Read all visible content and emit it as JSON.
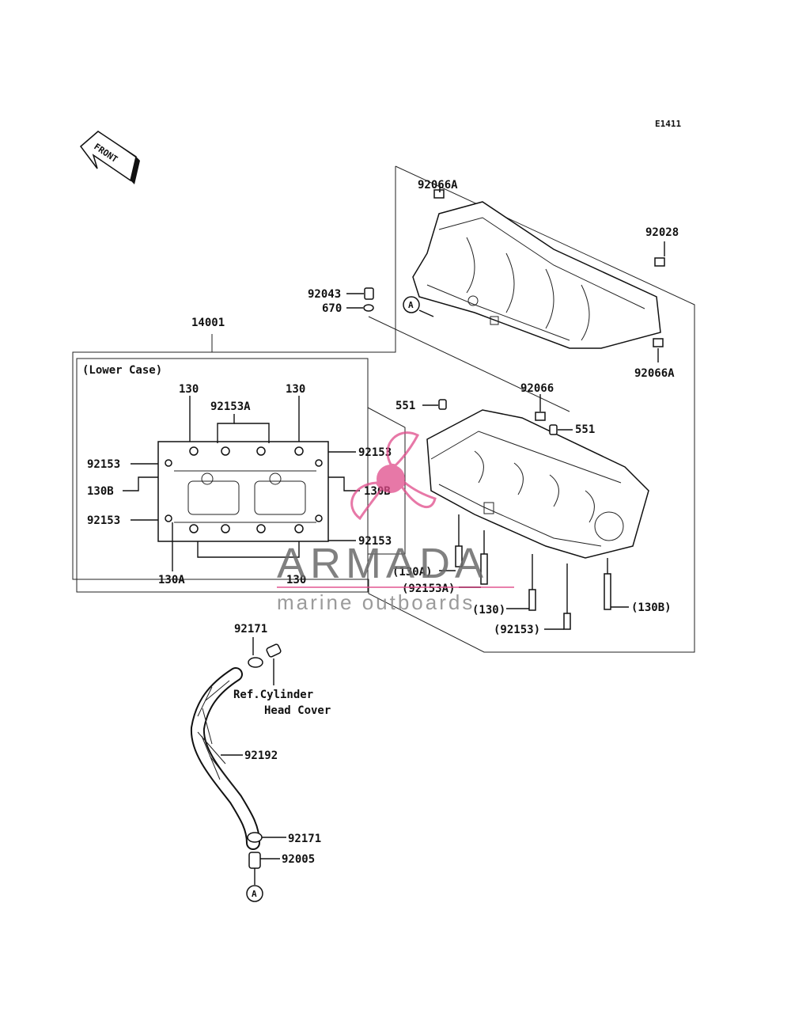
{
  "diagram_code": "E1411",
  "front_label": "FRONT",
  "watermark": {
    "brand": "ARMADA",
    "tagline": "marine outboards",
    "accent": "#e04b8a"
  },
  "assembly": {
    "number": "14001",
    "lower_case_caption": "(Lower Case)"
  },
  "ref_marker": "A",
  "labels": {
    "p92066a_top": "92066A",
    "p92028": "92028",
    "p92043": "92043",
    "p670": "670",
    "p92066a_right": "92066A",
    "p92066": "92066",
    "p551_left": "551",
    "p551_right": "551",
    "lc_130_left": "130",
    "lc_130_right": "130",
    "lc_92153a": "92153A",
    "lc_92153_tl": "92153",
    "lc_130b_left": "130B",
    "lc_92153_ml": "92153",
    "lc_92153_tr": "92153",
    "lc_130b_right": "130B",
    "lc_92153_br": "92153",
    "lc_130a": "130A",
    "lc_130_bottom": "130",
    "b_130a": "(130A)",
    "b_92153a": "(92153A)",
    "b_130": "(130)",
    "b_92153": "(92153)",
    "b_130b": "(130B)",
    "p92171_top": "92171",
    "ref_line1": "Ref.Cylinder",
    "ref_line2": "Head Cover",
    "p92192": "92192",
    "p92171_bottom": "92171",
    "p92005": "92005"
  }
}
